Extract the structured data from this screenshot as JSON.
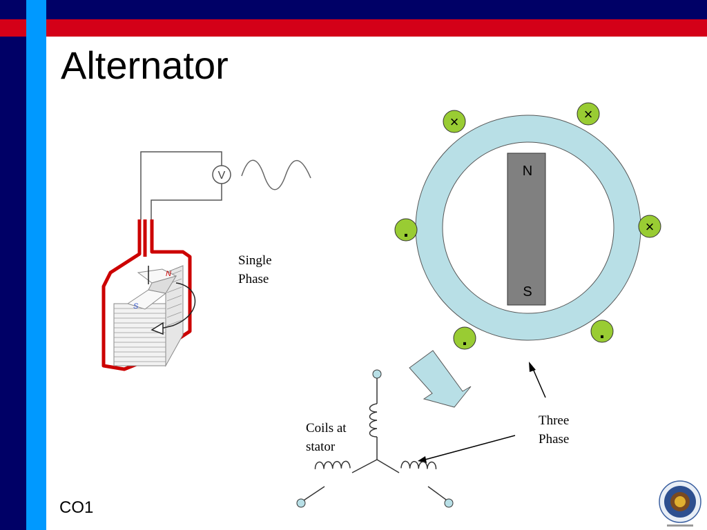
{
  "slide": {
    "title": "Alternator",
    "footer": "CO1"
  },
  "labels": {
    "single_phase": [
      "Single",
      "Phase"
    ],
    "three_phase": [
      "Three",
      "Phase"
    ],
    "coils_at_stator": [
      "Coils at",
      "stator"
    ],
    "magnet_north": "N",
    "magnet_south": "S",
    "voltmeter": "V",
    "generator_pole_n": "N",
    "generator_pole_s": "S",
    "terminal_cross": "×",
    "terminal_dot": "."
  },
  "colors": {
    "frame_dark": "#000066",
    "frame_light": "#0099ff",
    "frame_red": "#d40018",
    "stator_ring": "#b8dfe6",
    "terminal_fill": "#99cc33",
    "magnet_fill": "#808080",
    "wire_red": "#cc0000"
  }
}
